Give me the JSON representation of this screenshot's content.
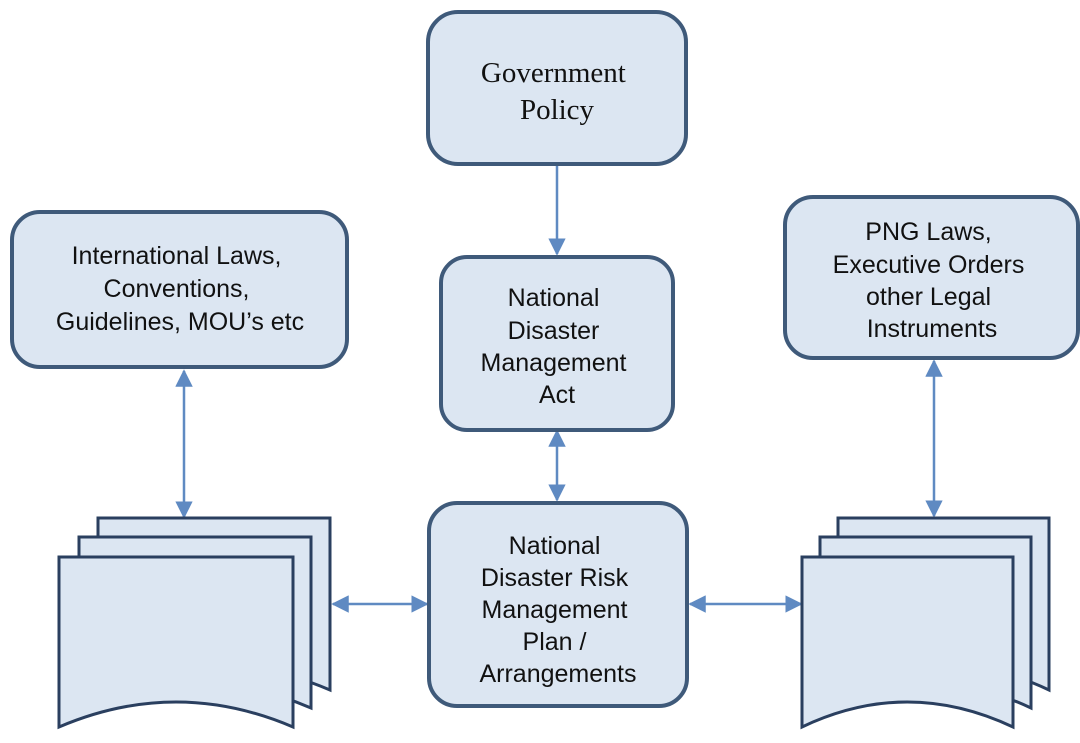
{
  "boxes": {
    "government_policy": [
      "Government",
      "Policy"
    ],
    "international_laws": [
      "International Laws,",
      "Conventions,",
      "Guidelines, MOU’s etc"
    ],
    "nat_disaster_mgmt_act": [
      "National",
      "Disaster",
      "Management",
      "Act"
    ],
    "png_laws": [
      "PNG Laws,",
      "Executive Orders",
      "other Legal",
      "Instruments"
    ],
    "nat_drm_plan": [
      "National",
      "Disaster Risk",
      "Management",
      "Plan /",
      "Arrangements"
    ]
  },
  "colors": {
    "box_fill": "#dce6f2",
    "box_border": "#3f5a7a",
    "connector": "#5f8ac2"
  }
}
